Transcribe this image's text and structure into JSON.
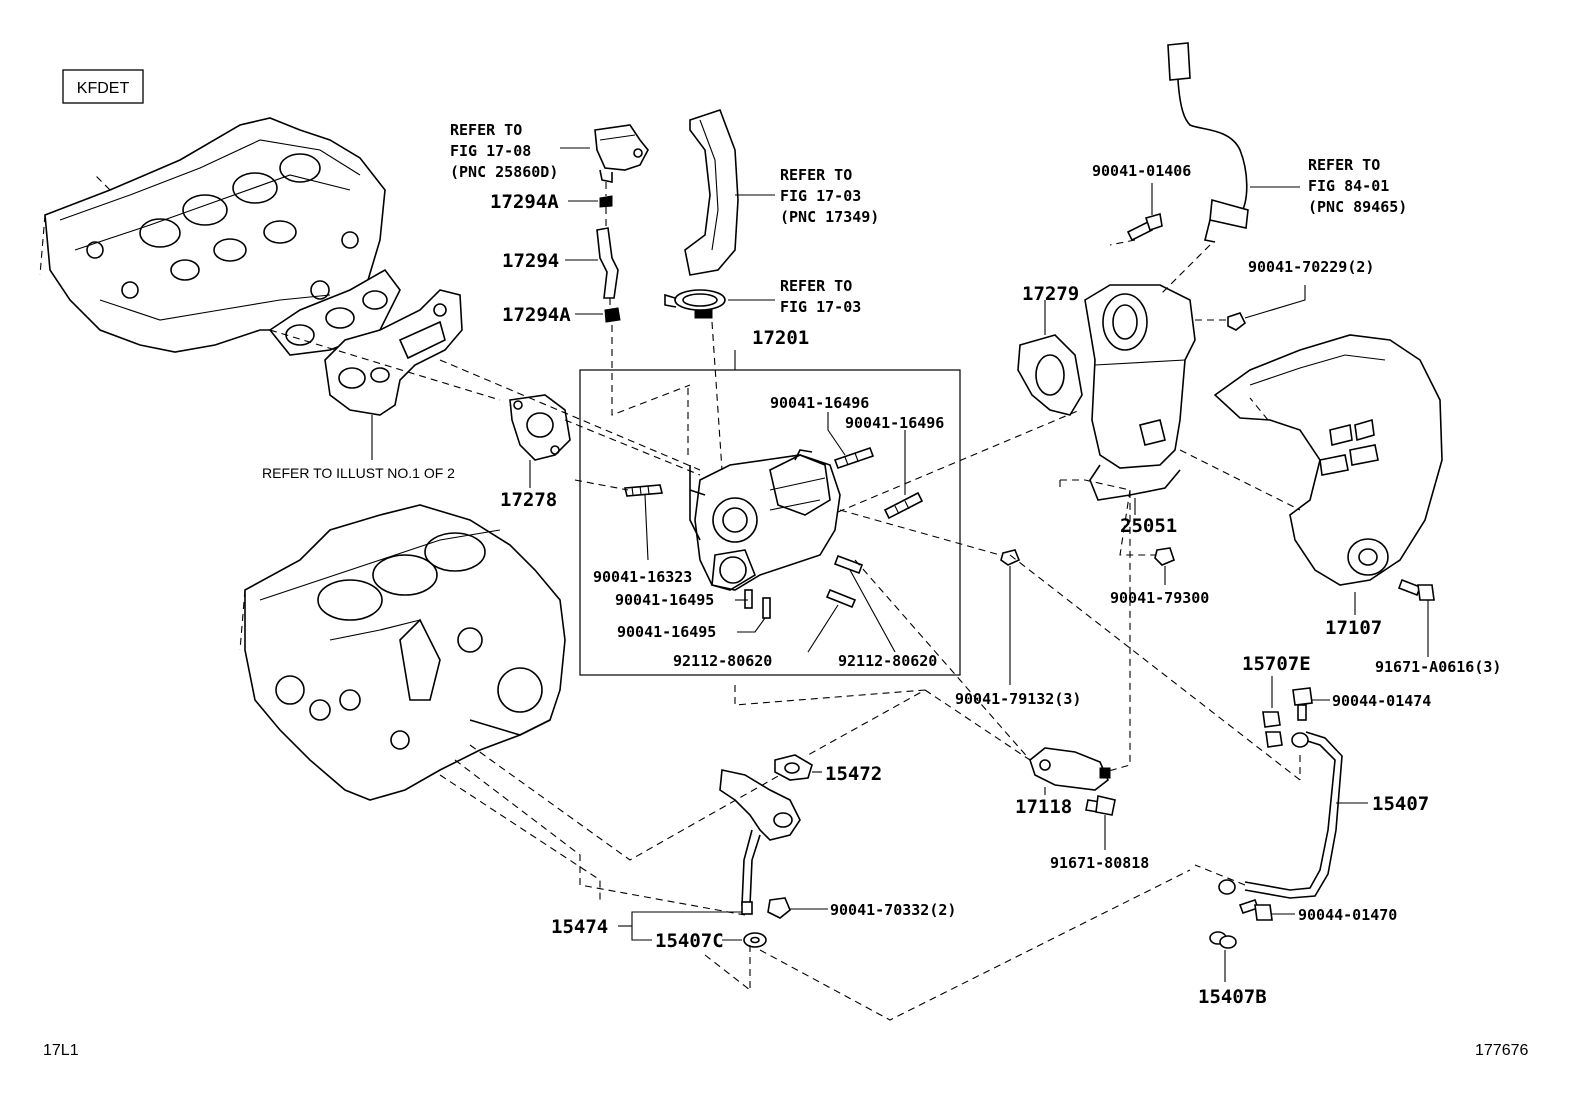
{
  "header": {
    "engine_code": "KFDET"
  },
  "footer": {
    "left_code": "17L1",
    "right_code": "177676"
  },
  "refer_notes": {
    "fig_17_08": [
      "REFER TO",
      "FIG 17-08",
      "(PNC 25860D)"
    ],
    "fig_17_03_hose": [
      "REFER TO",
      "FIG 17-03",
      "(PNC 17349)"
    ],
    "fig_17_03_clamp": [
      "REFER TO",
      "FIG 17-03"
    ],
    "fig_84_01": [
      "REFER TO",
      "FIG 84-01",
      "(PNC 89465)"
    ],
    "illust": "REFER TO ILLUST NO.1 OF 2"
  },
  "parts": {
    "p17294A_top": "17294A",
    "p17294": "17294",
    "p17294A_bottom": "17294A",
    "p17201": "17201",
    "p17278": "17278",
    "p17279": "17279",
    "p25051": "25051",
    "p17107": "17107",
    "p15707E": "15707E",
    "p15407": "15407",
    "p17118": "17118",
    "p15472": "15472",
    "p15474": "15474",
    "p15407C": "15407C",
    "p15407B": "15407B",
    "b90041_16496_a": "90041-16496",
    "b90041_16496_b": "90041-16496",
    "b90041_16323": "90041-16323",
    "b90041_16495_a": "90041-16495",
    "b90041_16495_b": "90041-16495",
    "b92112_80620_a": "92112-80620",
    "b92112_80620_b": "92112-80620",
    "b90041_01406": "90041-01406",
    "b90041_70229": "90041-70229(2)",
    "b90041_79300": "90041-79300",
    "b91671_A0616": "91671-A0616(3)",
    "b90041_79132": "90041-79132(3)",
    "b90044_01474": "90044-01474",
    "b91671_80818": "91671-80818",
    "b90041_70332": "90041-70332(2)",
    "b90044_01470": "90044-01470"
  }
}
